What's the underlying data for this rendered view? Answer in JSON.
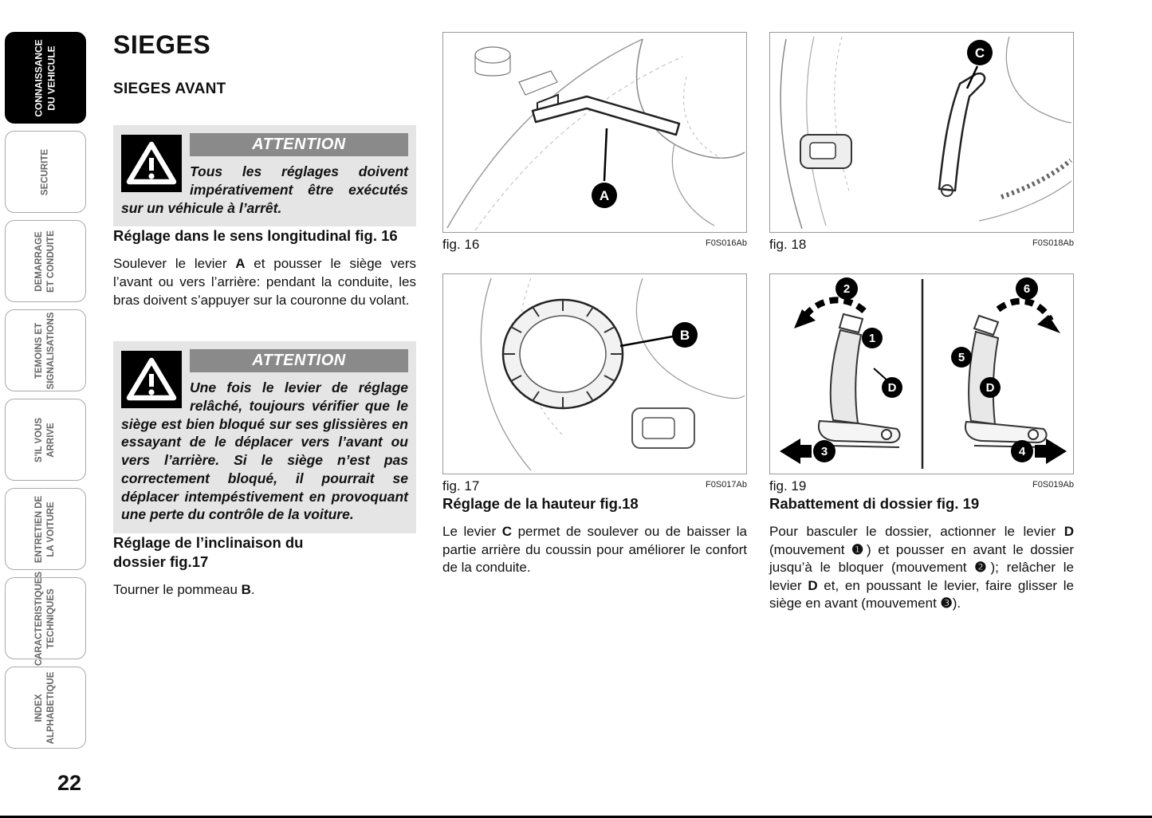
{
  "page": {
    "number": "22"
  },
  "sidebar": {
    "tabs": [
      {
        "line1": "CONNAISSANCE",
        "line2": "DU VEHICULE"
      },
      {
        "line1": "SECURITE",
        "line2": ""
      },
      {
        "line1": "DEMARRAGE",
        "line2": "ET CONDUITE"
      },
      {
        "line1": "TEMOINS ET",
        "line2": "SIGNALISATIONS"
      },
      {
        "line1": "S'IL VOUS",
        "line2": "ARRIVE"
      },
      {
        "line1": "ENTRETIEN DE",
        "line2": "LA VOITURE"
      },
      {
        "line1": "CARACTERISTIQUES",
        "line2": "TECHNIQUES"
      },
      {
        "line1": "INDEX",
        "line2": "ALPHABETIQUE"
      }
    ]
  },
  "content": {
    "title": "SIEGES",
    "subtitle": "SIEGES AVANT",
    "warning1": {
      "header": "ATTENTION",
      "body": "Tous les réglages doivent impérativement être exécutés sur un véhicule à l’arrêt."
    },
    "section_longitudinal": {
      "heading": "Réglage dans le sens longitudinal fig. 16",
      "body": [
        {
          "t": "Soulever le levier "
        },
        {
          "t": "A",
          "b": true
        },
        {
          "t": " et pousser le siège vers l’avant ou vers l’arrière: pendant la conduite, les bras doivent s’appuyer sur la couronne du volant."
        }
      ]
    },
    "warning2": {
      "header": "ATTENTION",
      "body": "Une fois le levier de réglage relâché, toujours vérifier que le siège est bien bloqué sur ses glissières en essayant de le déplacer vers l’avant ou vers l’arrière. Si le siège n’est pas correctement bloqué, il pourrait se déplacer intempéstivement en provoquant une perte du contrôle de la voiture."
    },
    "section_inclinaison": {
      "heading": "Réglage de l’inclinaison du dossier fig.17",
      "body": [
        {
          "t": "Tourner le pommeau "
        },
        {
          "t": "B",
          "b": true
        },
        {
          "t": "."
        }
      ]
    },
    "section_hauteur": {
      "heading": "Réglage de la hauteur fig.18",
      "body": [
        {
          "t": "Le levier "
        },
        {
          "t": "C",
          "b": true
        },
        {
          "t": " permet de soulever ou de baisser la partie arrière du coussin pour améliorer le confort de la conduite."
        }
      ]
    },
    "section_rabattement": {
      "heading": "Rabattement di dossier fig. 19",
      "body": [
        {
          "t": "Pour basculer le dossier, actionner le levier "
        },
        {
          "t": "D",
          "b": true
        },
        {
          "t": " (mouvement "
        },
        {
          "t": "❶",
          "b": true
        },
        {
          "t": ") et pousser en avant le dossier jusqu’à le bloquer (mouvement "
        },
        {
          "t": "❷",
          "b": true
        },
        {
          "t": "); relâcher le levier "
        },
        {
          "t": "D",
          "b": true
        },
        {
          "t": " et, en poussant le levier, faire glisser le siège en avant (mouvement "
        },
        {
          "t": "❸",
          "b": true
        },
        {
          "t": ")."
        }
      ]
    }
  },
  "figures": [
    {
      "caption": "fig. 16",
      "code": "F0S016Ab",
      "callout": "A"
    },
    {
      "caption": "fig. 17",
      "code": "F0S017Ab",
      "callout": "B"
    },
    {
      "caption": "fig. 18",
      "code": "F0S018Ab",
      "callout": "C"
    },
    {
      "caption": "fig. 19",
      "code": "F0S019Ab",
      "movements": [
        "1",
        "2",
        "3",
        "4",
        "5",
        "6"
      ],
      "lever": "D"
    }
  ]
}
